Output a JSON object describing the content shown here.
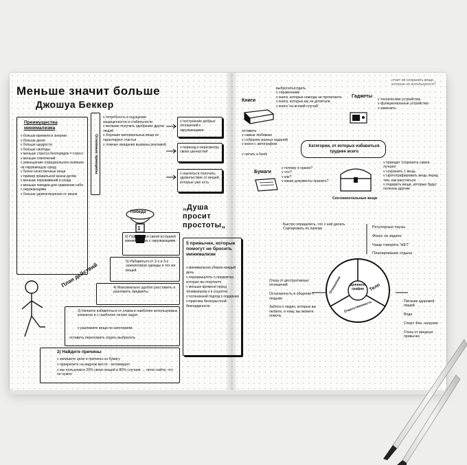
{
  "title": {
    "line1": "Меньше значит больше",
    "line2": "Джошуа Беккер"
  },
  "left": {
    "benefits": {
      "heading": "Преимущества\nминимализма",
      "items": "v больше времени и энергии\nv больше денег\nv больше щедрости\nv больше свободы\nv меньше стресса беспорядок = стресс\nv меньше отвлечений\nv уменьшение отрицательного влияния на окружающую среду\nv более качественные вещи\nv пример правильной жизни детям\nv меньше переживаний и ухода\nv меньше поводов для сравнения себя с окружающими\nv больше удовлетворения от жизни"
    },
    "sidebar_label": "Основные принципы",
    "principles": "v потребность в ощущении защищенности и стабильности\nv желание получить одобрение других людей\nv Хорошие материальные вещи не гарантируют счастья\nv ложные ожидания вызваны рекламой",
    "outcomes": [
      "v построение добрых отношений с окружающими",
      "v переход к пересмотру своих ценностей",
      "v научиться получать удовольствие от вещей, которые уже есть"
    ],
    "action_plan_label": "План действий",
    "podium_label": "Победа",
    "podium_number": "1",
    "steps": [
      "6) Поделиться своей историей минимализма с окружающими",
      "5) Избавиться от 2-х и 3-х экземпляров одежды и тех же вещей",
      "4) Максимально удобно расставить и разложить предметы",
      "3) Начните избавляться от хлама в наиболее используемых комнатах и с наиболее легких задач",
      "v разложите вещи по категориям",
      "оставить   переложить   отдать   выбросить",
      "2) Найдите причины",
      "v запишите цели и причины на бумагу",
      "v прикрепите на видном месте - мотивирует",
      "v мы пользуемся 20% своих вещей в 80% случаев → легко найти, что не нужно"
    ],
    "habits": {
      "quote": "„Душа просит простоты„",
      "heading": "5 привычек, которые помогут не бросить минимализм",
      "items": "v минимальная уборка каждый день\nv поразмышлять о предметах, которые вы покупаете\nv меньше времени перед телевизором и в соцсетях\nv осознанный подход к подаркам\nv практика бескорыстной благодарности"
    }
  },
  "right": {
    "books": {
      "label": "Книги",
      "notes": "выбросить/отдать\nv справочники\nv книги, которые никогда не прочитаете\nv книги, которые вы не дочитали\nv книги 'на всякий случай'",
      "keep": "оставить\nv самые любимые\nv собрание разных изданий\nv книги с автографом",
      "ebook": "v читать е-book"
    },
    "gadgets": {
      "label": "Гаджеты",
      "notes": "v технические устройства\nv функциональные устройства\nv заменить"
    },
    "corner_note": "стоит ли сохранять вещи, которые не используются?",
    "categories": "Категории, от которых избавиться труднее всего",
    "papers": {
      "label": "Бумаги",
      "questions": "v почему я храню?\nv что?\nv как?\nv какие документы хранить?"
    },
    "sentimental": {
      "label": "Сентиментальные вещи",
      "notes": "v принцип 'сохранить самое лучшее'\nv сохранить 1 вещь\nv сфотографировать вещь перед тем, как расстаться\nv подарить вещи, которые будут полезны другим"
    },
    "paper_actions": "Быстро определить, что с ней делать       Сортировать по папкам",
    "wheel": {
      "center": "Дневной график",
      "segments": [
        "Отношения",
        "Тело",
        "Ответственность"
      ],
      "left_items": "Отказ от деструктивных отношений\n\nОсознанность в общении с людьми\n\nЗабота о людях, которых вы любите, и тому, вы можете помочь",
      "top_items": "Регулярные паузы\n\nФокус на задаче\n\nЧаще говорить 'НЕТ'\n\nПланирование отдыха",
      "right_items": "Питание здоровой пищей\n\nВода\n\nСпорт. Физ. нагрузки\n\nОтказ от вредных привычек"
    }
  },
  "colors": {
    "ink": "#111111",
    "paper": "#fbfbf9",
    "table": "#eeeeec"
  }
}
